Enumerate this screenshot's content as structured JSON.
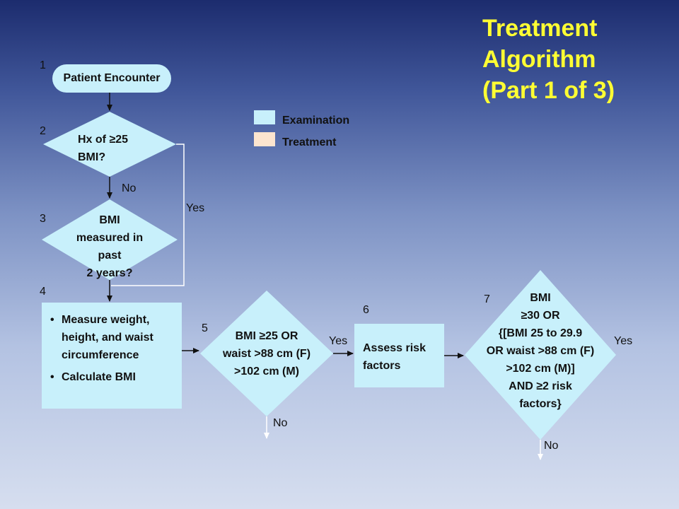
{
  "title": {
    "line1": "Treatment",
    "line2": "Algorithm",
    "line3": "(Part 1 of 3)"
  },
  "legend": [
    {
      "label": "Examination",
      "color": "#c8f0fb"
    },
    {
      "label": "Treatment",
      "color": "#fde5cf"
    }
  ],
  "steps": {
    "s1": {
      "number": "1",
      "text": "Patient Encounter"
    },
    "s2": {
      "number": "2",
      "line1": "Hx of ≥25",
      "line2": "BMI?"
    },
    "s3": {
      "number": "3",
      "line1": "BMI",
      "line2": "measured in",
      "line3": "past",
      "line4": "2 years?"
    },
    "s4": {
      "number": "4",
      "bullet1": "Measure weight, height, and waist circumference",
      "bullet2": "Calculate BMI"
    },
    "s5": {
      "number": "5",
      "line1": "BMI ≥25 OR",
      "line2": "waist >88 cm (F)",
      "line3": ">102 cm (M)"
    },
    "s6": {
      "number": "6",
      "text": "Assess risk factors"
    },
    "s7": {
      "number": "7",
      "line1": "BMI",
      "line2": "≥30 OR",
      "line3": "{[BMI 25 to 29.9",
      "line4": "OR waist >88 cm (F)",
      "line5": ">102 cm (M)]",
      "line6": "AND ≥2 risk",
      "line7": "factors}"
    }
  },
  "edge_labels": {
    "s2_no": "No",
    "s2_yes": "Yes",
    "s5_yes": "Yes",
    "s5_no": "No",
    "s7_yes": "Yes",
    "s7_no": "No"
  }
}
